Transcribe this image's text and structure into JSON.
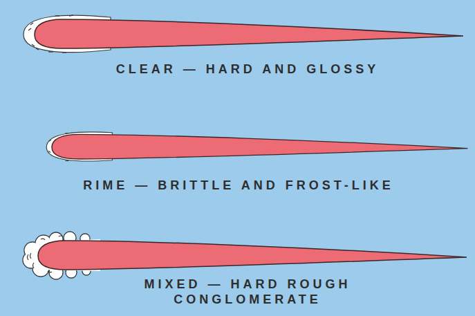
{
  "diagram": {
    "labels": [
      "CLEAR — HARD AND GLOSSY",
      "RIME — BRITTLE AND FROST-LIKE",
      "MIXED — HARD ROUGH CONGLOMERATE"
    ]
  }
}
